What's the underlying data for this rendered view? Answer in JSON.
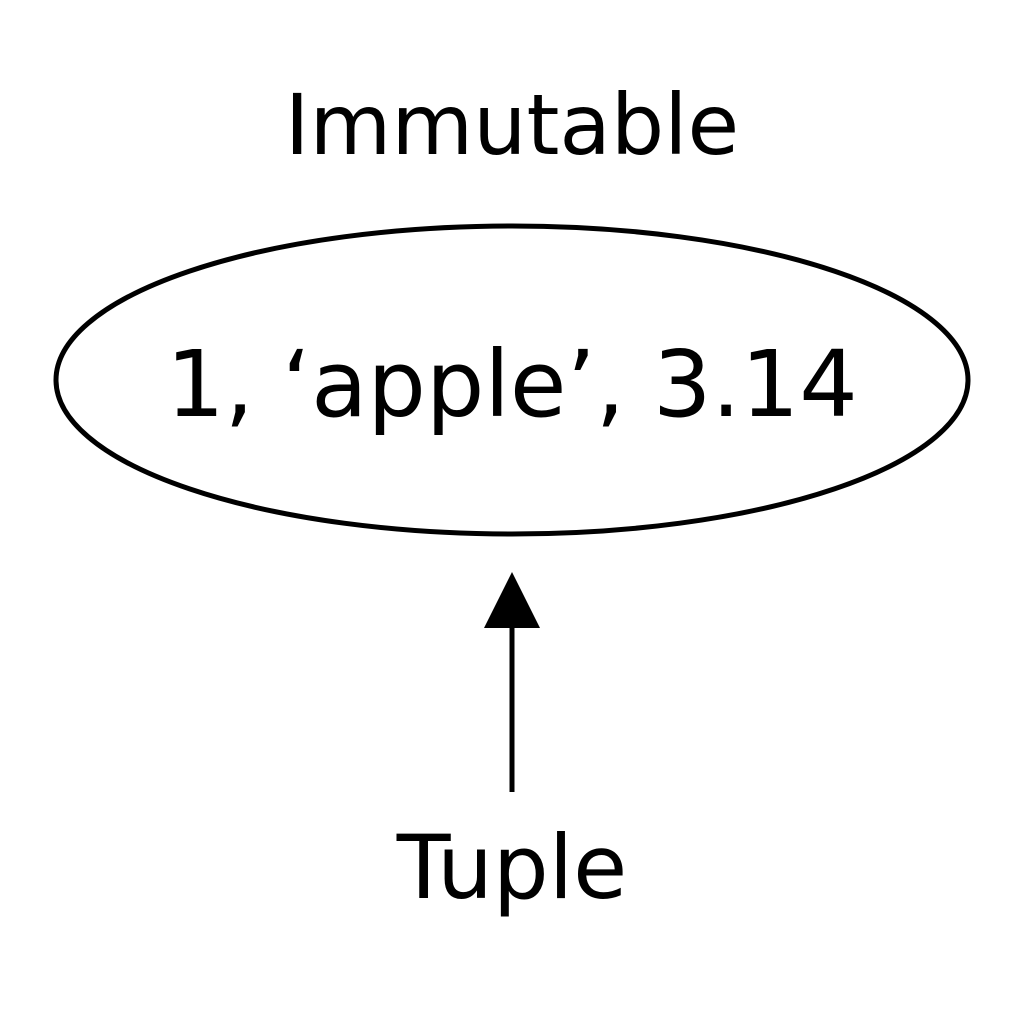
{
  "diagram": {
    "heading": "Immutable",
    "tuple_items": [
      "1,",
      "‘apple’,",
      "3.14"
    ],
    "label": "Tuple",
    "stroke_color": "#000000",
    "background_color": "#ffffff"
  }
}
